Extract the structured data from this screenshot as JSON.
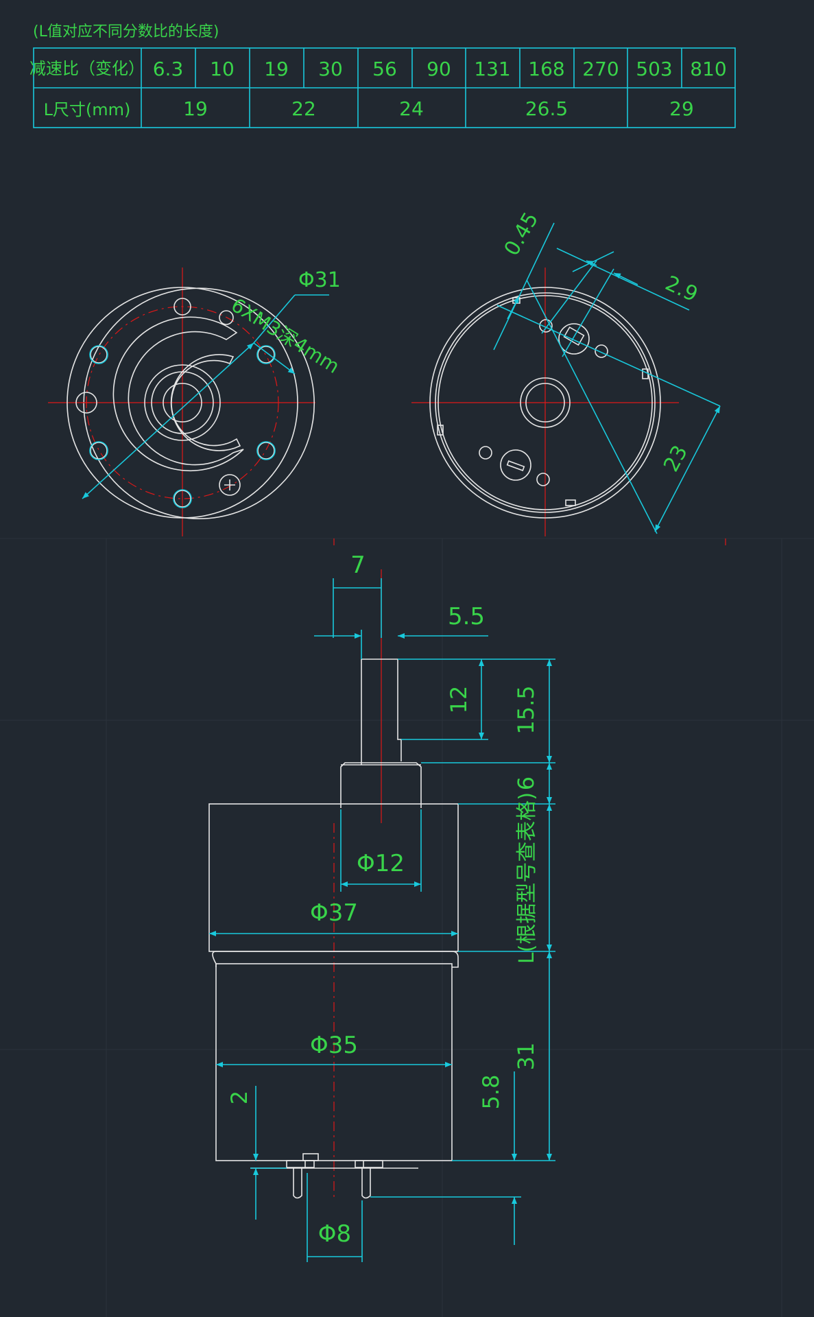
{
  "table": {
    "caption": "(L值对应不同分数比的长度)",
    "row1_header": "减速比（变化）",
    "row2_header": "L尺寸(mm)",
    "ratios": [
      "6.3",
      "10",
      "19",
      "30",
      "56",
      "90",
      "131",
      "168",
      "270",
      "503",
      "810"
    ],
    "lengths": [
      "19",
      "22",
      "24",
      "26.5",
      "29"
    ]
  },
  "front_view": {
    "dia_label": "Φ31",
    "hole_label": "6XM3深4mm"
  },
  "rear_view": {
    "dim_045": "0.45",
    "dim_29": "2.9",
    "dim_23": "23"
  },
  "side_view": {
    "dim_7": "7",
    "dim_55": "5.5",
    "dim_12": "12",
    "dim_155": "15.5",
    "dim_6": "6",
    "dim_phi12": "Φ12",
    "dim_L": "L(根据型号查表格)",
    "dim_phi37": "Φ37",
    "dim_phi35": "Φ35",
    "dim_31": "31",
    "dim_2": "2",
    "dim_58": "5.8",
    "dim_phi8": "Φ8"
  }
}
